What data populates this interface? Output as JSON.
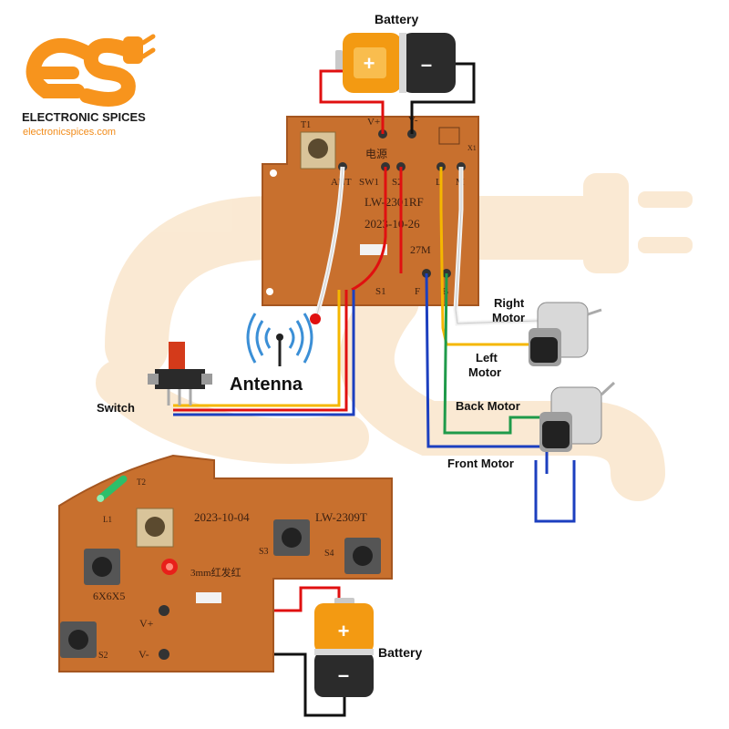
{
  "brand": {
    "name": "ELECTRONIC SPICES",
    "site": "electronicspices.com",
    "colors": {
      "orange": "#f7941d",
      "dark": "#1b1b1b"
    }
  },
  "receiver_board": {
    "model": "LW-2301RF",
    "date": "2023-10-26",
    "frequency": "27M",
    "pin_labels": {
      "t1": "T1",
      "v_plus": "V+",
      "v_minus": "V-",
      "power": "电源",
      "ant": "ANT",
      "sw1": "SW1",
      "sw2": "S2",
      "l": "L",
      "m": "M",
      "s1": "S1",
      "f": "F",
      "b": "B",
      "x1": "X1"
    }
  },
  "transmitter_board": {
    "date": "2023-10-04",
    "model": "LW-2309T",
    "led_note": "3mm红发红",
    "button_size": "6X6X5",
    "pin_labels": {
      "t2": "T2",
      "l1": "L1",
      "v_plus": "V+",
      "v_minus": "V-",
      "s2": "S2",
      "s3": "S3",
      "s4": "S4"
    }
  },
  "labels": {
    "battery_top": "Battery",
    "battery_bottom": "Battery",
    "battery_plus": "+",
    "battery_minus": "–",
    "antenna": "Antenna",
    "switch": "Switch",
    "right_motor": [
      "Right",
      "Motor"
    ],
    "left_motor": [
      "Left",
      "Motor"
    ],
    "back_motor": "Back Motor",
    "front_motor": "Front Motor"
  },
  "wire_colors": {
    "red": "#e01010",
    "black": "#111111",
    "white": "#f2f2f2",
    "yellow": "#f5b700",
    "gray": "#c8c8c8",
    "green": "#1f9a4a",
    "blue": "#1c3fbf"
  }
}
